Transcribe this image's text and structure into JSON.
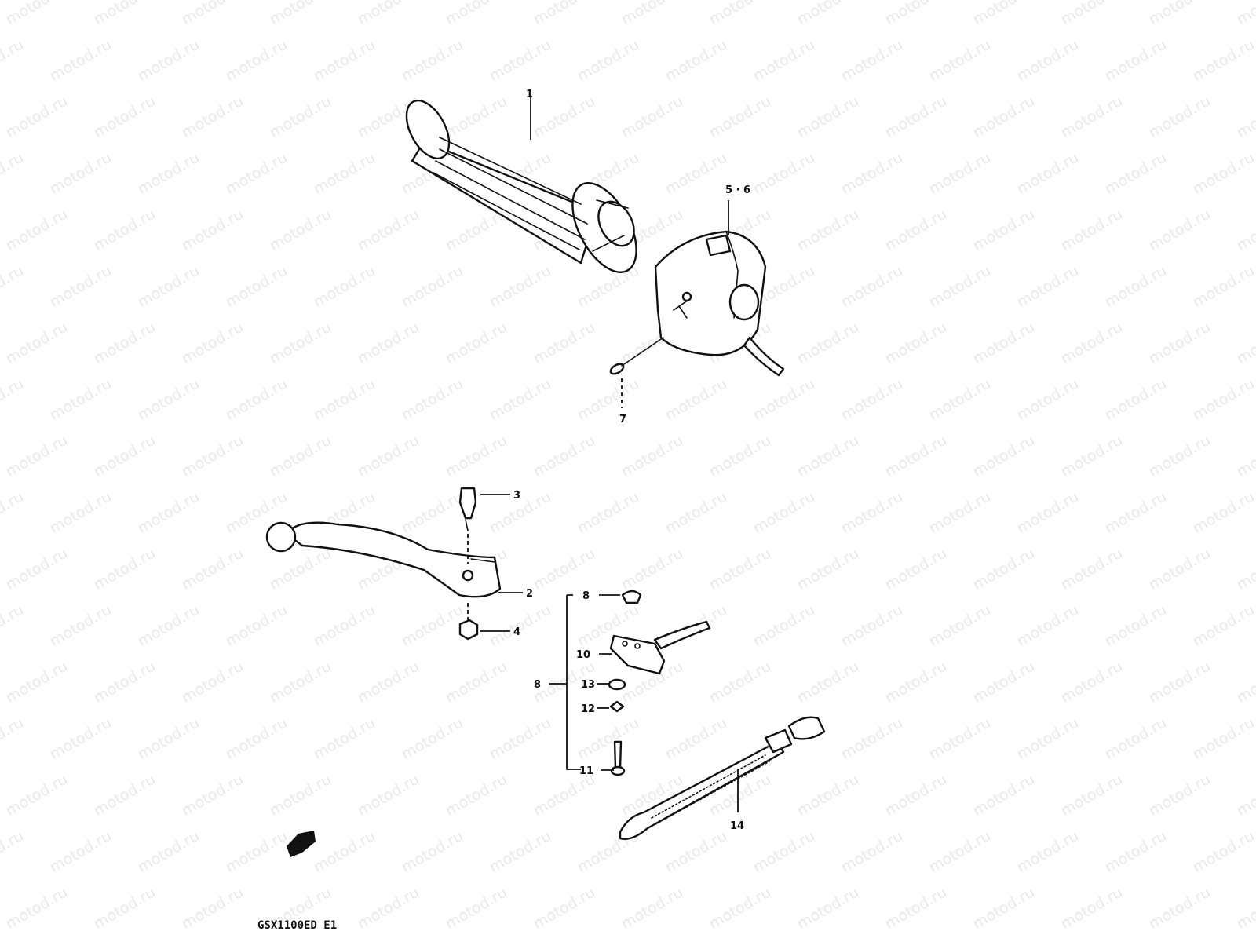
{
  "watermark": {
    "text": "motod.ru"
  },
  "diagram": {
    "model_code": "GSX1100ED E1",
    "callouts": [
      {
        "id": "grip",
        "label": "1"
      },
      {
        "id": "lever",
        "label": "2"
      },
      {
        "id": "lever-bolt",
        "label": "3"
      },
      {
        "id": "lever-nut",
        "label": "4"
      },
      {
        "id": "switch-housing",
        "label": "5 · 6"
      },
      {
        "id": "housing-screw",
        "label": "7"
      },
      {
        "id": "switch-assembly-top",
        "label": "8"
      },
      {
        "id": "switch-assembly",
        "label": "8"
      },
      {
        "id": "switch-body",
        "label": "10"
      },
      {
        "id": "switch-screw",
        "label": "11"
      },
      {
        "id": "switch-nut",
        "label": "12"
      },
      {
        "id": "switch-washer",
        "label": "13"
      },
      {
        "id": "cable-tie",
        "label": "14"
      }
    ]
  }
}
